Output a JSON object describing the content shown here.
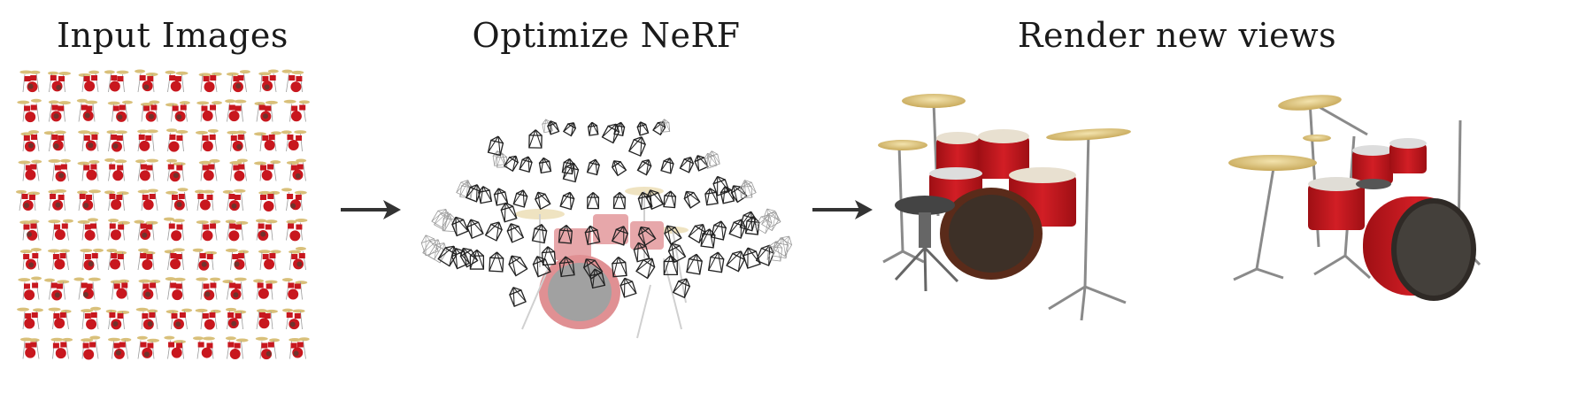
{
  "stages": [
    {
      "title": "Input Images"
    },
    {
      "title": "Optimize NeRF"
    },
    {
      "title": "Render new views"
    }
  ],
  "colors": {
    "drum_red": "#c8171e",
    "cymbal_gold": "#d9c07a",
    "metal": "#9a9a9a",
    "camera_stroke": "#222222",
    "arrow": "#333333"
  },
  "icons": [
    "drum-kit-thumbnail",
    "camera-frustum-icon",
    "right-arrow-icon"
  ]
}
